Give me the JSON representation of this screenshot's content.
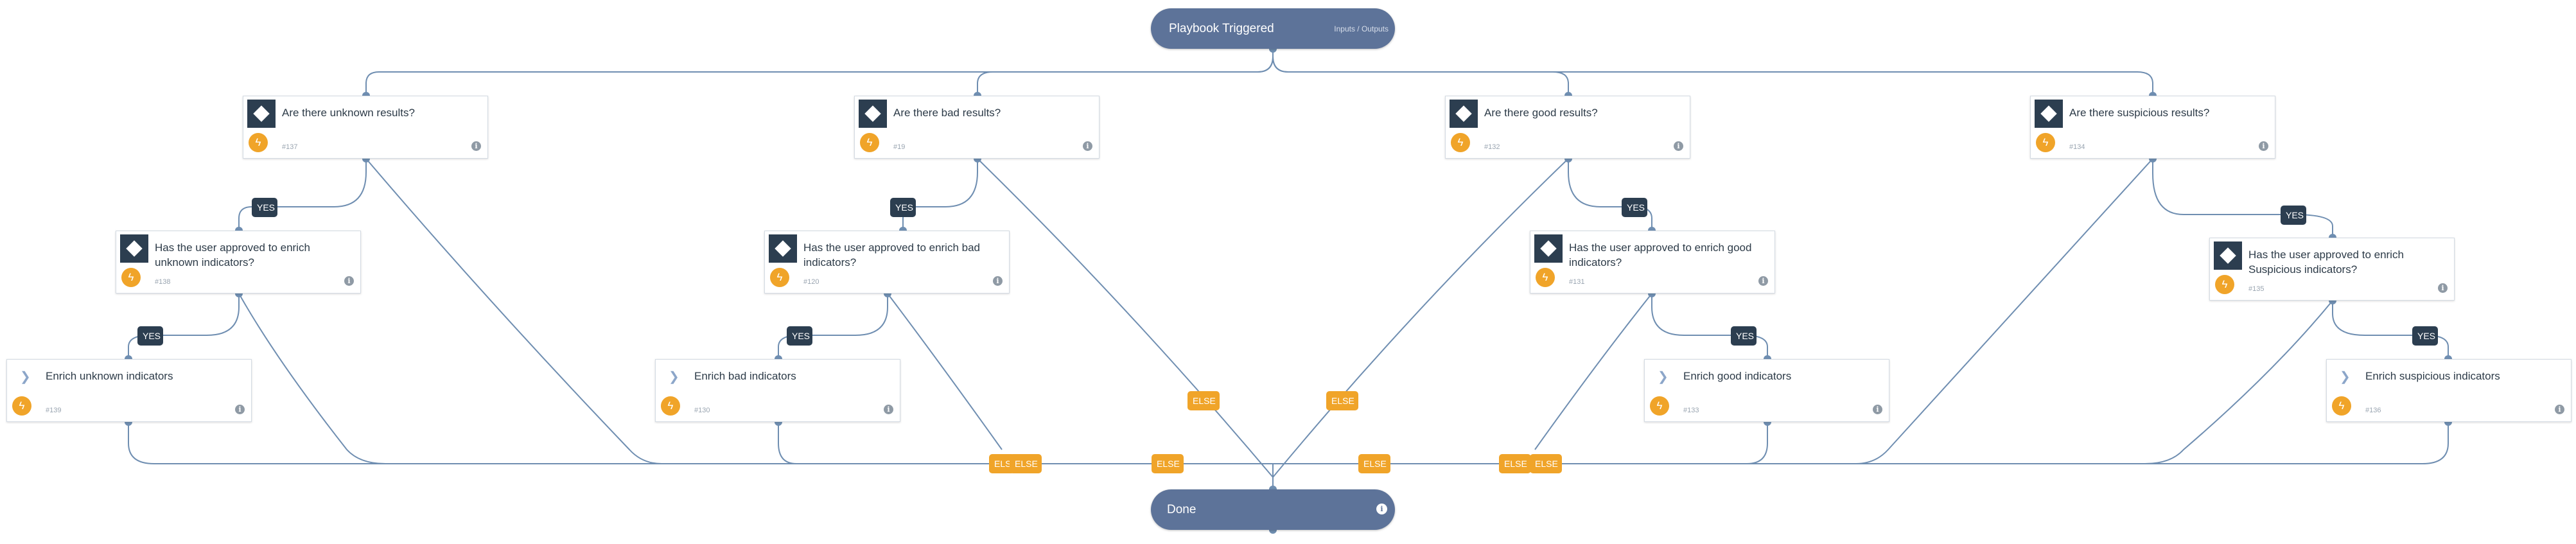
{
  "colors": {
    "edge": "#6f8eb1",
    "start": "#5d7399",
    "condition": "#2c3e50",
    "else_label": "#f0a429",
    "bolt": "#f0a429"
  },
  "start": {
    "title": "Playbook Triggered",
    "link": "Inputs / Outputs"
  },
  "end": {
    "title": "Done"
  },
  "tasks": [
    {
      "key": "t137",
      "kind": "condition",
      "title": "Are there unknown results?",
      "id": "#137"
    },
    {
      "key": "t19",
      "kind": "condition",
      "title": "Are there bad results?",
      "id": "#19"
    },
    {
      "key": "t132",
      "kind": "condition",
      "title": "Are there good results?",
      "id": "#132"
    },
    {
      "key": "t134",
      "kind": "condition",
      "title": "Are there suspicious results?",
      "id": "#134"
    },
    {
      "key": "t138",
      "kind": "condition",
      "title": "Has the user approved to enrich unknown indicators?",
      "id": "#138"
    },
    {
      "key": "t120",
      "kind": "condition",
      "title": "Has the user approved to enrich bad indicators?",
      "id": "#120"
    },
    {
      "key": "t131",
      "kind": "condition",
      "title": "Has the user approved to enrich good indicators?",
      "id": "#131"
    },
    {
      "key": "t135",
      "kind": "condition",
      "title": "Has the user approved to enrich Suspicious indicators?",
      "id": "#135"
    },
    {
      "key": "t139",
      "kind": "playbook",
      "title": "Enrich unknown indicators",
      "id": "#139"
    },
    {
      "key": "t130",
      "kind": "playbook",
      "title": "Enrich bad indicators",
      "id": "#130"
    },
    {
      "key": "t133",
      "kind": "playbook",
      "title": "Enrich good indicators",
      "id": "#133"
    },
    {
      "key": "t136",
      "kind": "playbook",
      "title": "Enrich suspicious indicators",
      "id": "#136"
    }
  ],
  "labels": {
    "yes": "YES",
    "else": "ELSE",
    "else_partial": "ELS"
  }
}
